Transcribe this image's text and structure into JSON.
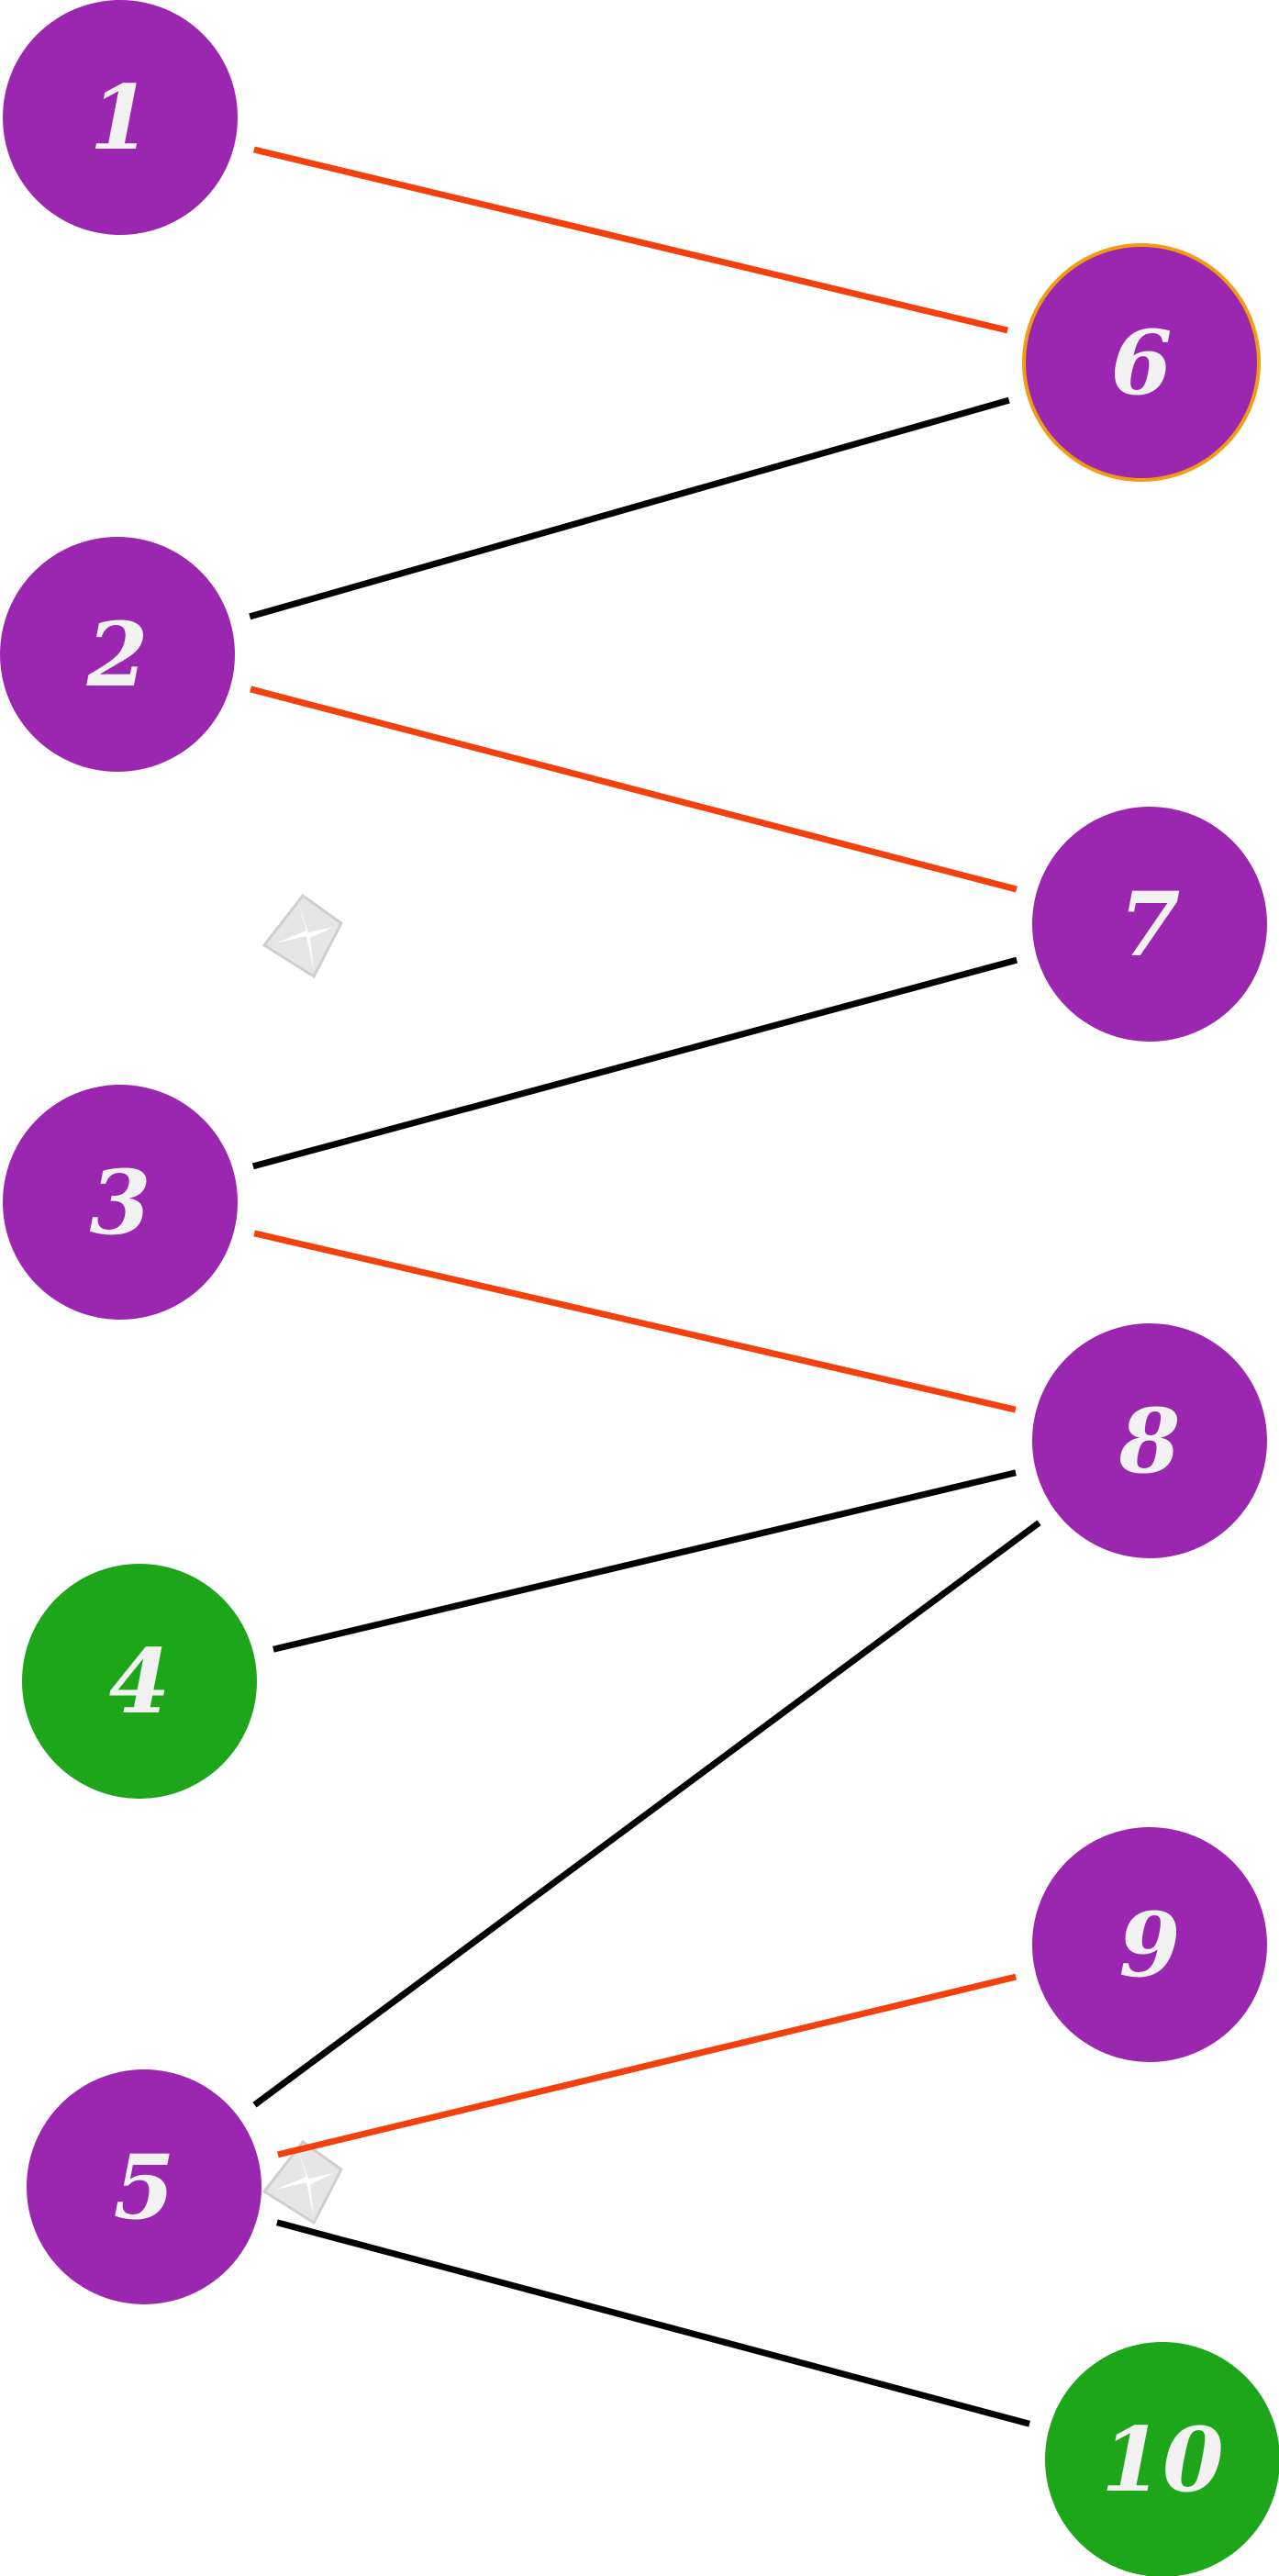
{
  "diagram": {
    "type": "graph",
    "colors": {
      "node_default": "#9b27b0",
      "node_highlight": "#1da61a",
      "node_label": "#f2f2f2",
      "node_ring": "#f39c12",
      "edge_default": "#000000",
      "edge_highlight": "#f4400d",
      "watermark": "#e6e6e6"
    },
    "nodes": [
      {
        "id": "n1",
        "label": "1",
        "color": "#9b27b0"
      },
      {
        "id": "n2",
        "label": "2",
        "color": "#9b27b0"
      },
      {
        "id": "n3",
        "label": "3",
        "color": "#9b27b0"
      },
      {
        "id": "n4",
        "label": "4",
        "color": "#1da61a"
      },
      {
        "id": "n5",
        "label": "5",
        "color": "#9b27b0"
      },
      {
        "id": "n6",
        "label": "6",
        "color": "#9b27b0",
        "ring": true
      },
      {
        "id": "n7",
        "label": "7",
        "color": "#9b27b0"
      },
      {
        "id": "n8",
        "label": "8",
        "color": "#9b27b0"
      },
      {
        "id": "n9",
        "label": "9",
        "color": "#9b27b0"
      },
      {
        "id": "n10",
        "label": "10",
        "color": "#1da61a"
      }
    ],
    "edges": [
      {
        "from": "n1",
        "to": "n6",
        "color": "#f4400d"
      },
      {
        "from": "n2",
        "to": "n6",
        "color": "#000000"
      },
      {
        "from": "n2",
        "to": "n7",
        "color": "#f4400d"
      },
      {
        "from": "n3",
        "to": "n7",
        "color": "#000000"
      },
      {
        "from": "n3",
        "to": "n8",
        "color": "#f4400d"
      },
      {
        "from": "n4",
        "to": "n8",
        "color": "#000000"
      },
      {
        "from": "n5",
        "to": "n8",
        "color": "#000000"
      },
      {
        "from": "n5",
        "to": "n9",
        "color": "#f4400d"
      },
      {
        "from": "n5",
        "to": "n10",
        "color": "#000000"
      }
    ]
  }
}
